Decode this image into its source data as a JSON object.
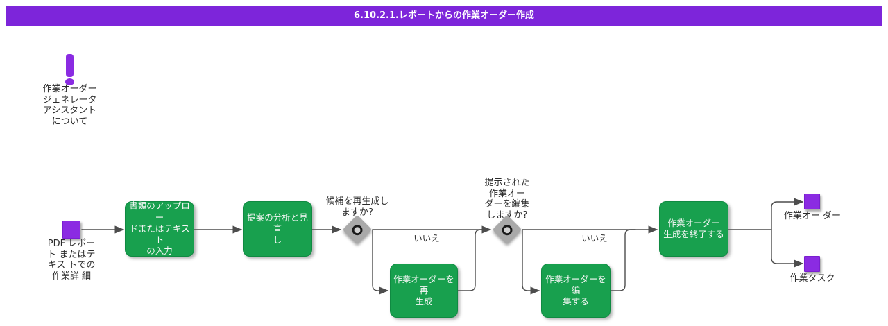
{
  "banner": {
    "title": "6.10.2.1.レポートからの作業オーダー作成"
  },
  "note": {
    "icon": "exclamation-icon",
    "text": "作業オーダー\nジェネレータ\nアシスタント\nについて"
  },
  "flow": {
    "start_artifact": {
      "label": "PDF レポー\nト またはテ\nキス トでの\n作業詳 細"
    },
    "activities": [
      {
        "label": "書類のアップロー\nドまたはテキスト\nの入力"
      },
      {
        "label": "提案の分析と見直\nし"
      },
      {
        "label": "作業オーダーを再\n生成"
      },
      {
        "label": "作業オーダーを編\n集する"
      },
      {
        "label": "作業オーダー\n生成を終了する"
      }
    ],
    "decisions": [
      {
        "question": "候補を再生成し\nますか?",
        "no_label": "いいえ"
      },
      {
        "question": "提示された\n作業オー\nダーを編集\nしますか?",
        "no_label": "いいえ"
      }
    ],
    "end_artifacts": [
      {
        "label": "作業オー ダー"
      },
      {
        "label": "作業タスク"
      }
    ]
  },
  "colors": {
    "banner_purple": "#7d25da",
    "artifact_purple": "#8b2be2",
    "activity_green": "#18a04e",
    "decision_gray": "#a9a9a9",
    "connector_gray": "#4d4d4d"
  }
}
